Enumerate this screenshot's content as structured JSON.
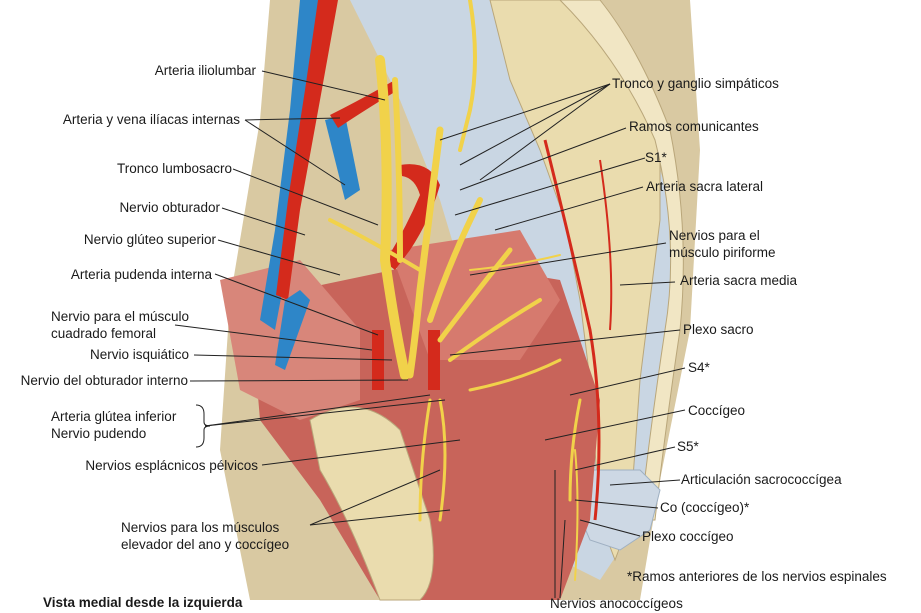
{
  "labels_left": {
    "arteria_iliolumbar": "Arteria iliolumbar",
    "arteria_vena_iliacas": "Arteria y vena ilíacas internas",
    "tronco_lumbosacro": "Tronco lumbosacro",
    "nervio_obturador": "Nervio obturador",
    "nervio_gluteo_superior": "Nervio glúteo superior",
    "arteria_pudenda_interna": "Arteria pudenda interna",
    "nervio_cuadrado_femoral_1": "Nervio para el músculo",
    "nervio_cuadrado_femoral_2": "cuadrado femoral",
    "nervio_isquiatico": "Nervio isquiático",
    "nervio_obturador_interno": "Nervio del obturador interno",
    "arteria_glutea_inferior": "Arteria glútea inferior",
    "nervio_pudendo": "Nervio pudendo",
    "nervios_esplacnicos": "Nervios esplácnicos pélvicos",
    "nervios_elevador_1": "Nervios para los músculos",
    "nervios_elevador_2": "elevador del ano y coccígeo"
  },
  "labels_right": {
    "tronco_ganglio": "Tronco y ganglio simpáticos",
    "ramos_comunicantes": "Ramos comunicantes",
    "s1": "S1*",
    "arteria_sacra_lateral": "Arteria sacra lateral",
    "nervios_piriforme_1": "Nervios para el",
    "nervios_piriforme_2": "músculo piriforme",
    "arteria_sacra_media": "Arteria sacra media",
    "plexo_sacro": "Plexo sacro",
    "s4": "S4*",
    "coccigeo": "Coccígeo",
    "s5": "S5*",
    "articulacion": "Articulación sacrococcígea",
    "co": "Co (coccígeo)*",
    "plexo_coccigeo": "Plexo coccígeo"
  },
  "labels_bottom": {
    "nervios_anococcigeos": "Nervios anococcígeos"
  },
  "caption": "Vista medial desde la izquierda",
  "footnote": "*Ramos anteriores de los nervios espinales",
  "colors": {
    "artery": "#d42a1c",
    "vein": "#2e86c8",
    "nerve": "#f1d24a",
    "muscle": "#c8645a",
    "bone": "#eadcae",
    "ligament": "#c9d6e3",
    "leader": "#222222"
  }
}
